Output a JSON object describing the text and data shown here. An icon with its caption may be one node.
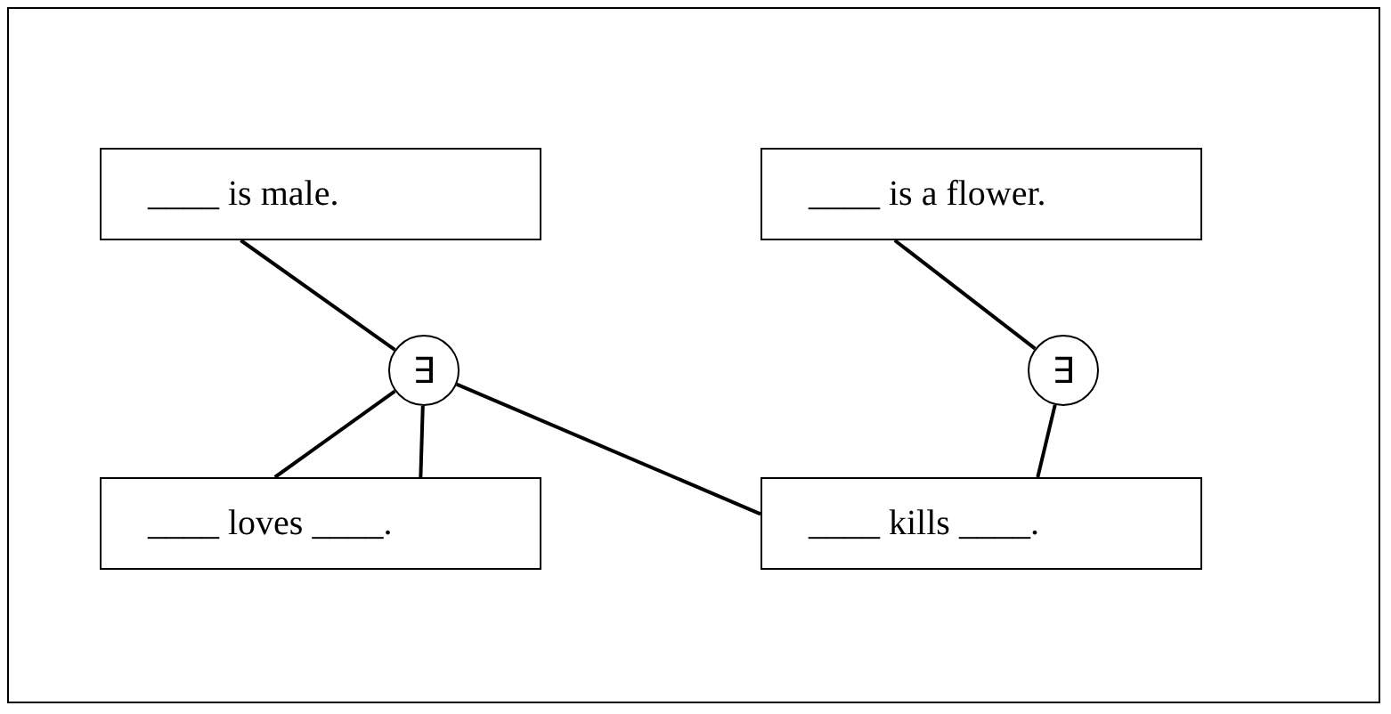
{
  "diagram": {
    "nodes": [
      {
        "text": [
          "____ is male."
        ]
      },
      {
        "text": [
          "____ is a flower."
        ]
      },
      {
        "text": [
          "∃"
        ]
      },
      {
        "text": [
          "∃"
        ]
      },
      {
        "text": [
          "____ loves ____."
        ]
      },
      {
        "text": [
          "____ kills ____."
        ]
      }
    ],
    "edges": [
      {
        "from": 2,
        "to": 0,
        "arrow": "none"
      },
      {
        "from": 2,
        "to": 4,
        "arrow": "none"
      },
      {
        "from": 2,
        "to": 4,
        "arrow": "none"
      },
      {
        "from": 2,
        "to": 5,
        "arrow": "none"
      },
      {
        "from": 3,
        "to": 1,
        "arrow": "none"
      },
      {
        "from": 3,
        "to": 5,
        "arrow": "none"
      }
    ]
  }
}
